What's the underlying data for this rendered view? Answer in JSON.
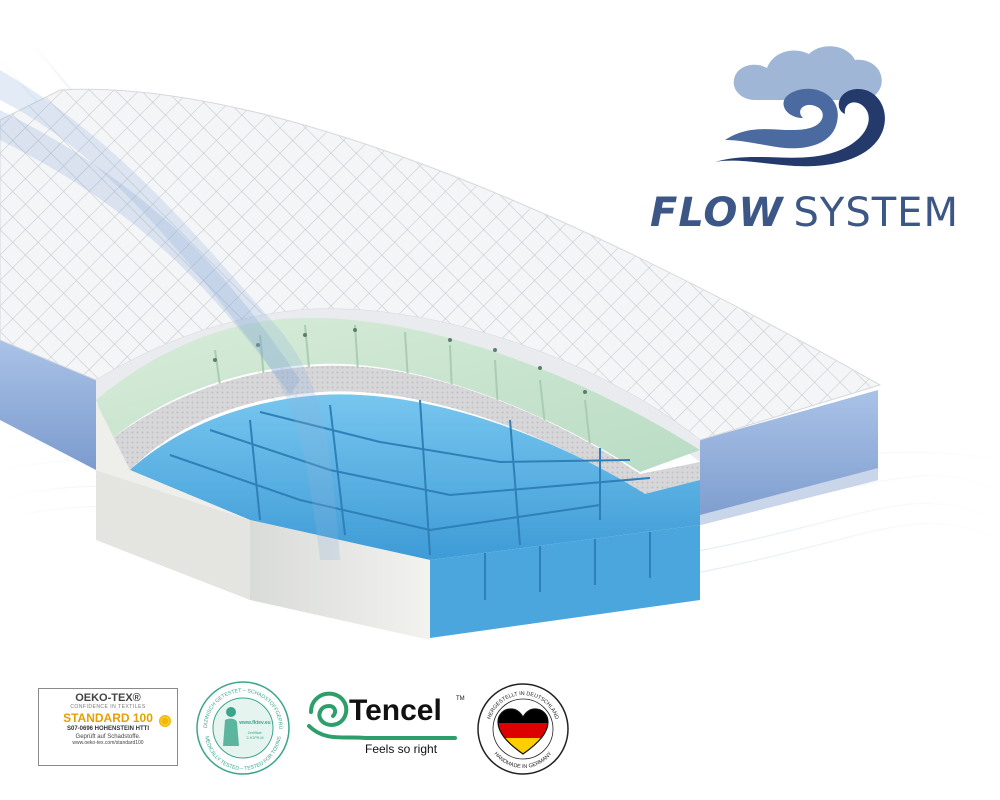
{
  "brand": {
    "strong": "FLOW",
    "light": "SYSTEM",
    "colors": {
      "navy": "#233a6b",
      "mid": "#4b6aa0",
      "light": "#9fb6d6"
    }
  },
  "badges": {
    "oeko_tex": {
      "title": "OEKO-TEX®",
      "subtitle": "CONFIDENCE IN TEXTILES",
      "standard": "STANDARD 100",
      "code": "S07-0696 HOHENSTEIN HTTI",
      "line1": "Geprüft auf Schadstoffe.",
      "line2": "www.oeko-tex.com/standard100",
      "accent": "#e6a000"
    },
    "fktev": {
      "top_arc": "MEDIZINISCH GETESTET – SCHADSTOFFGEPRÜFT",
      "bottom_arc": "MEDICALLY TESTED – TESTED FOR TOXINS",
      "url": "www.fktev.eu",
      "cert_label": "Zertifikat:",
      "cert_no": "2-H1PR-M",
      "color": "#3aa58a",
      "icon": "woman-figure-icon"
    },
    "tencel": {
      "brand": "Tencel",
      "tm": "TM",
      "tagline": "Feels so right",
      "icon": "tencel-leaf-icon",
      "color": "#2e9e6a"
    },
    "germany": {
      "top_arc": "HERGESTELLT IN DEUTSCHLAND",
      "bottom_arc": "HANDMADE IN GERMANY",
      "icon": "heart-flag-icon",
      "flag_colors": [
        "#000000",
        "#dd0000",
        "#ffce00"
      ]
    }
  },
  "scene": {
    "description_icons": [
      "mattress-icon",
      "airflow-waves-icon"
    ],
    "colors": {
      "foam_blue": "#5cb4e6",
      "foam_green": "#cfe7d6",
      "cover": "#f2f4f6",
      "side_band": "#9db8e0"
    }
  }
}
